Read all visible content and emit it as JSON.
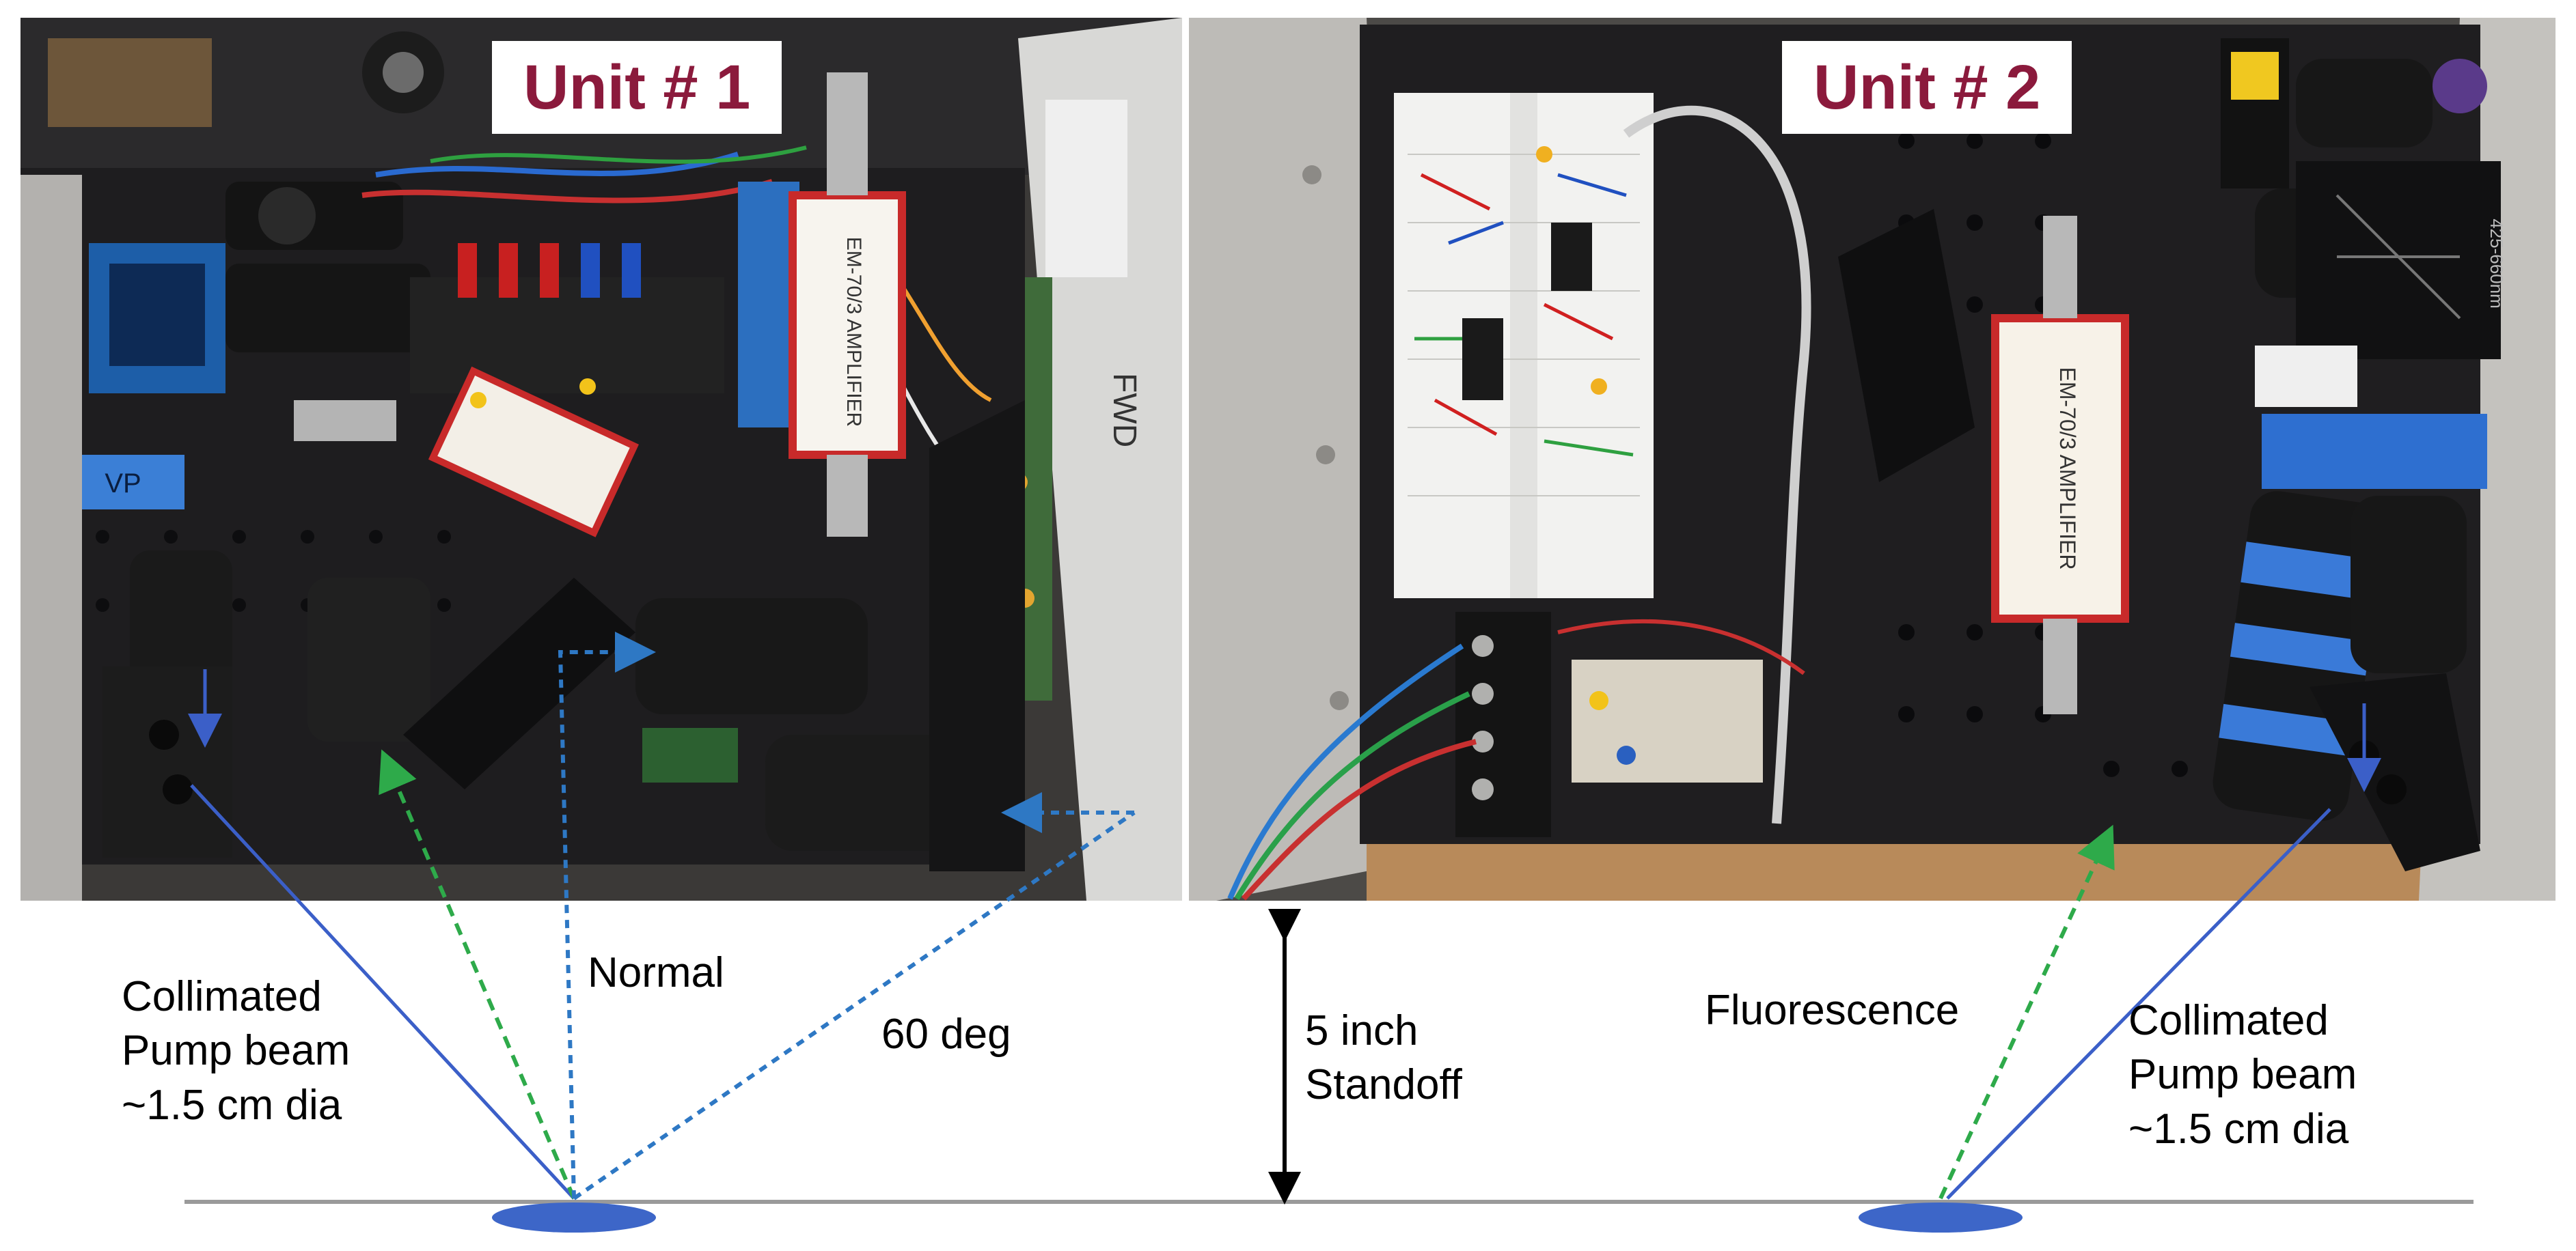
{
  "units": {
    "unit1": {
      "label": "Unit # 1"
    },
    "unit2": {
      "label": "Unit # 2"
    }
  },
  "device_text": {
    "amplifier": "EM-70/3 AMPLIFIER",
    "direction": "FWD",
    "vp_tag": "VP",
    "wavelength": "425-660nm"
  },
  "annotations": {
    "left_pump": [
      "Collimated",
      "Pump beam",
      "~1.5 cm dia"
    ],
    "normal": "Normal",
    "angle": "60 deg",
    "standoff": [
      "5 inch",
      "Standoff"
    ],
    "fluorescence": "Fluorescence",
    "right_pump": [
      "Collimated",
      "Pump beam",
      "~1.5 cm dia"
    ]
  },
  "colors": {
    "pump_beam": "#3b5fc8",
    "fluorescence": "#2eaa4a",
    "normal_and_angle": "#2e78c4",
    "unit_label": "#8b1a3c",
    "surface_line": "#9a9a9a",
    "spot": "#3d66c8"
  },
  "icons": {
    "standoff_arrow": "double-headed-arrow-icon",
    "sample_spot": "ellipse-spot-icon"
  }
}
